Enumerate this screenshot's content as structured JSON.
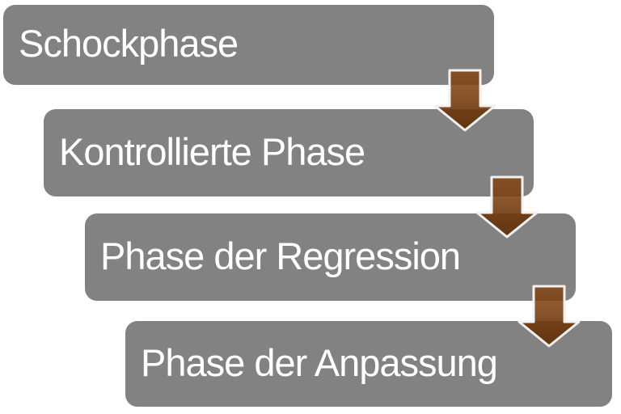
{
  "diagram": {
    "background_color": "#ffffff",
    "box_color": "#828282",
    "box_text_color": "#ffffff",
    "arrow_fill_color": "#7b3f10",
    "arrow_outline_color": "#f1f1f1",
    "phases": [
      {
        "label": "Schockphase"
      },
      {
        "label": "Kontrollierte Phase"
      },
      {
        "label": "Phase der Regression"
      },
      {
        "label": "Phase der Anpassung"
      }
    ]
  }
}
